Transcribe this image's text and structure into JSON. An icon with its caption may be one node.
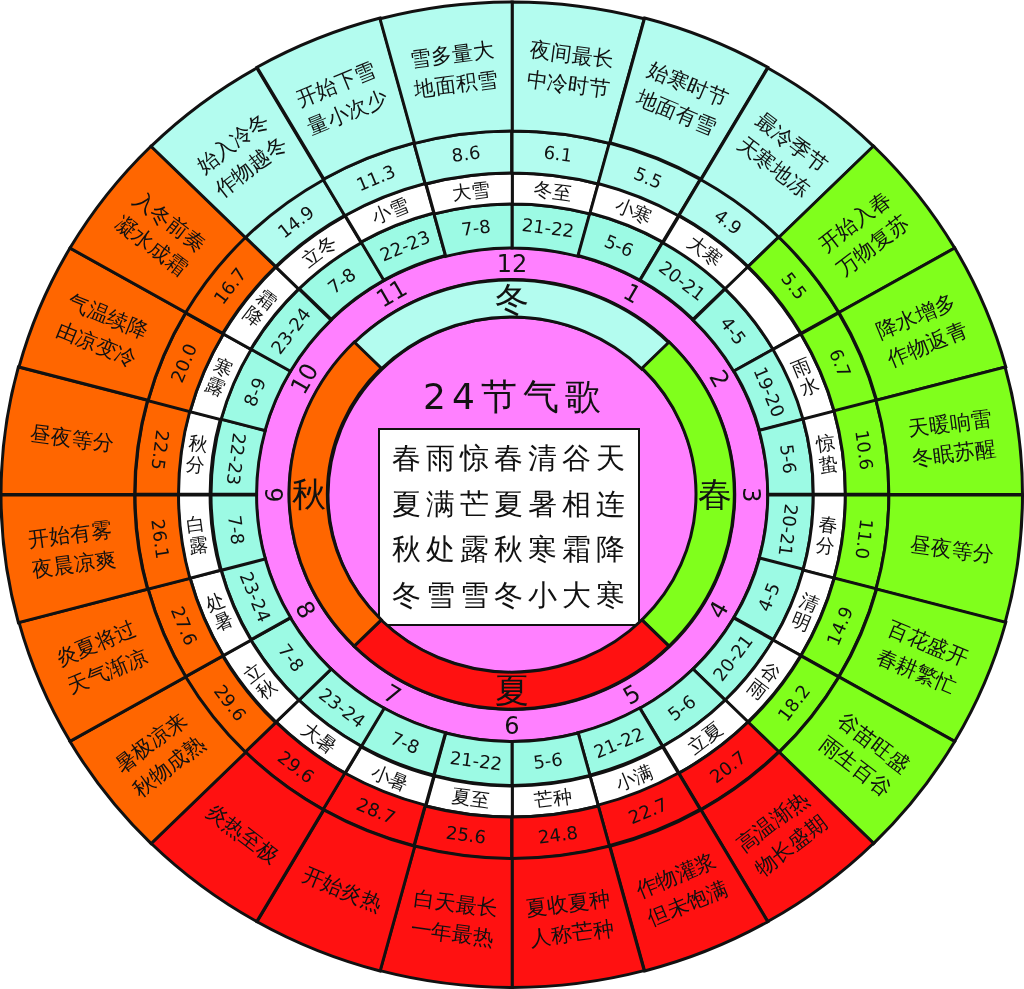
{
  "diagram": {
    "nodes": [
      {
        "text": [
          "24节气歌"
        ]
      },
      {
        "text": [
          "春雨惊春清谷天",
          "夏满芒夏暑相连",
          "秋处露秋寒霜降",
          "冬雪雪冬小大寒"
        ],
        "in": 0
      },
      {
        "text": [
          "冬"
        ]
      },
      {
        "text": [
          "春"
        ]
      },
      {
        "text": [
          "夏"
        ]
      },
      {
        "text": [
          "秋"
        ]
      },
      {
        "text": [
          "21-22"
        ]
      },
      {
        "text": [
          "5-6"
        ]
      },
      {
        "text": [
          "20-21"
        ]
      },
      {
        "text": [
          "4-5"
        ]
      },
      {
        "text": [
          "19-20"
        ]
      },
      {
        "text": [
          "5-6"
        ]
      },
      {
        "text": [
          "20-21"
        ]
      },
      {
        "text": [
          "4-5"
        ]
      },
      {
        "text": [
          "20-21"
        ]
      },
      {
        "text": [
          "5-6"
        ]
      },
      {
        "text": [
          "21-22"
        ]
      },
      {
        "text": [
          "5-6"
        ]
      },
      {
        "text": [
          "21-22"
        ]
      },
      {
        "text": [
          "7-8"
        ]
      },
      {
        "text": [
          "23-24"
        ]
      },
      {
        "text": [
          "7-8"
        ]
      },
      {
        "text": [
          "23-24"
        ]
      },
      {
        "text": [
          "7-8"
        ]
      },
      {
        "text": [
          "22-23"
        ]
      },
      {
        "text": [
          "8-9"
        ]
      },
      {
        "text": [
          "23-24"
        ]
      },
      {
        "text": [
          "7-8"
        ]
      },
      {
        "text": [
          "22-23"
        ]
      },
      {
        "text": [
          "7-8"
        ]
      },
      {
        "text": [
          "冬至"
        ]
      },
      {
        "text": [
          "小寒"
        ]
      },
      {
        "text": [
          "大寒"
        ]
      },
      {
        "text": [],
        "shape": "box"
      },
      {
        "text": [
          "雨水"
        ]
      },
      {
        "text": [
          "惊蛰"
        ]
      },
      {
        "text": [
          "春分"
        ]
      },
      {
        "text": [
          "清明"
        ]
      },
      {
        "text": [
          "谷雨"
        ]
      },
      {
        "text": [
          "立夏"
        ]
      },
      {
        "text": [
          "小满"
        ]
      },
      {
        "text": [
          "芒种"
        ]
      },
      {
        "text": [
          "夏至"
        ]
      },
      {
        "text": [
          "小暑"
        ]
      },
      {
        "text": [
          "大暑"
        ]
      },
      {
        "text": [
          "立秋"
        ]
      },
      {
        "text": [
          "处暑"
        ]
      },
      {
        "text": [
          "白露"
        ]
      },
      {
        "text": [
          "秋分"
        ]
      },
      {
        "text": [
          "寒露"
        ]
      },
      {
        "text": [
          "霜降"
        ]
      },
      {
        "text": [
          "立冬"
        ]
      },
      {
        "text": [
          "小雪"
        ]
      },
      {
        "text": [
          "大雪"
        ]
      },
      {
        "text": [
          "6.1"
        ]
      },
      {
        "text": [
          "5.5"
        ]
      },
      {
        "text": [
          "4.9"
        ]
      },
      {
        "text": [
          "5.5"
        ]
      },
      {
        "text": [
          "6.7"
        ]
      },
      {
        "text": [
          "10.6"
        ]
      },
      {
        "text": [
          "11.0"
        ]
      },
      {
        "text": [
          "14.9"
        ]
      },
      {
        "text": [
          "18.2"
        ]
      },
      {
        "text": [
          "20.7"
        ]
      },
      {
        "text": [
          "22.7"
        ]
      },
      {
        "text": [
          "24.8"
        ]
      },
      {
        "text": [
          "25.6"
        ]
      },
      {
        "text": [
          "28.7"
        ]
      },
      {
        "text": [
          "29.6"
        ]
      },
      {
        "text": [
          "29.6"
        ]
      },
      {
        "text": [
          "27.6"
        ]
      },
      {
        "text": [
          "26.1"
        ]
      },
      {
        "text": [
          "22.5"
        ]
      },
      {
        "text": [
          "20.0"
        ]
      },
      {
        "text": [
          "16.7"
        ]
      },
      {
        "text": [
          "14.9"
        ]
      },
      {
        "text": [
          "11.3"
        ]
      },
      {
        "text": [
          "8.6"
        ]
      },
      {
        "text": [
          "夜间最长中冷时节"
        ]
      },
      {
        "text": [
          "始寒时节地面有雪"
        ]
      },
      {
        "text": [
          "最冷季节天寒地冻"
        ]
      },
      {
        "text": [
          "开始入春万物复苏"
        ]
      },
      {
        "text": [
          "降水增多作物返青"
        ]
      },
      {
        "text": [
          "天暖响雷冬眠苏醒"
        ]
      },
      {
        "text": [
          "昼夜等分"
        ]
      },
      {
        "text": [
          "百花盛开春耕繁忙"
        ]
      },
      {
        "text": [
          "谷苗旺盛雨生百谷"
        ]
      },
      {
        "text": [
          "高温渐热物长盛期"
        ]
      },
      {
        "text": [
          "作物灌浆但未饱满"
        ]
      },
      {
        "text": [
          "夏收夏种人称芒种"
        ]
      },
      {
        "text": [
          "白天最长一年最热"
        ]
      },
      {
        "text": [
          "开始炎热"
        ]
      },
      {
        "text": [
          "炎热至极"
        ]
      },
      {
        "text": [
          "暑极凉来秋物成熟"
        ]
      },
      {
        "text": [
          "炎夏将过天气渐凉"
        ]
      },
      {
        "text": [
          "开始有雾夜晨凉爽"
        ]
      },
      {
        "text": [
          "昼夜等分"
        ]
      },
      {
        "text": [
          "气温续降由凉变冷"
        ]
      },
      {
        "text": [
          "入冬前奏凝水成霜"
        ]
      },
      {
        "text": [
          "始入冷冬作物越冬"
        ]
      },
      {
        "text": [
          "开始下雪量小次少"
        ]
      },
      {
        "text": [
          "雪多量大地面积雪"
        ]
      }
    ],
    "labels": [
      "12",
      "1",
      "2",
      "3",
      "4",
      "5",
      "6",
      "7",
      "8",
      "9",
      "10",
      "11"
    ]
  }
}
